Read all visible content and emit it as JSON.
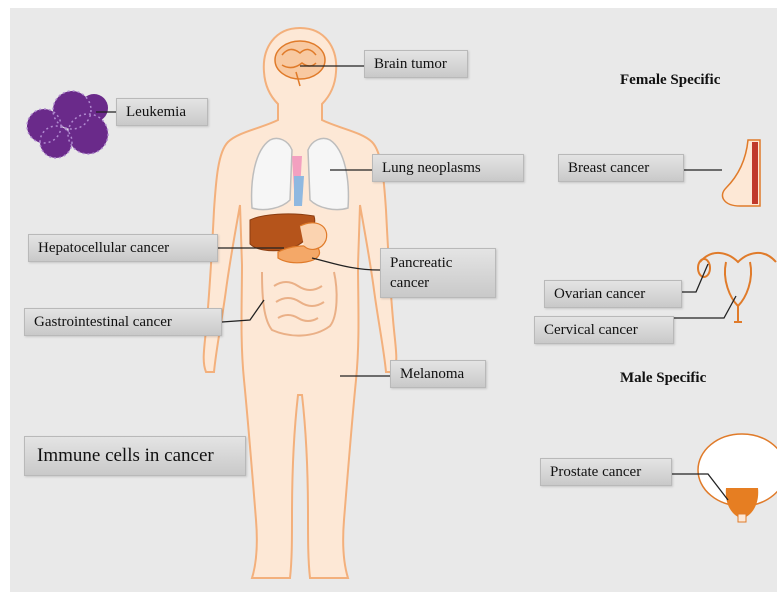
{
  "diagram": {
    "headings": {
      "female": "Female Specific",
      "male": "Male Specific"
    },
    "labels": {
      "brain": "Brain tumor",
      "leukemia": "Leukemia",
      "lung": "Lung neoplasms",
      "hepato": "Hepatocellular cancer",
      "pancreatic_line1": "Pancreatic",
      "pancreatic_line2": "cancer",
      "gastro": "Gastrointestinal cancer",
      "melanoma": "Melanoma",
      "immune": "Immune cells in cancer",
      "breast": "Breast cancer",
      "ovarian": "Ovarian cancer",
      "cervical": "Cervical cancer",
      "prostate": "Prostate cancer"
    },
    "colors": {
      "body_fill": "#fde8d6",
      "body_stroke": "#f3b07c",
      "organ_dark": "#b5541b",
      "organ_orange": "#e67e22",
      "leukemia_cell": "#6a2a8a"
    }
  }
}
